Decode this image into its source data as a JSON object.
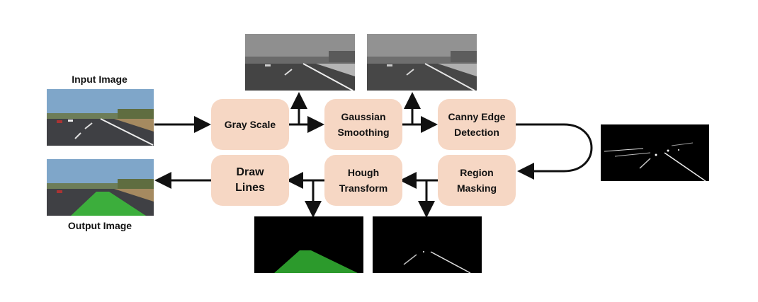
{
  "labels": {
    "input_image": "Input Image",
    "output_image": "Output Image"
  },
  "steps": {
    "gray_scale": [
      "Gray Scale"
    ],
    "gaussian_smoothing": [
      "Gaussian",
      "Smoothing"
    ],
    "canny_edge_detection": [
      "Canny Edge",
      "Detection"
    ],
    "region_masking": [
      "Region",
      "Masking"
    ],
    "hough_transform": [
      "Hough",
      "Transform"
    ],
    "draw_lines": [
      "Draw",
      "Lines"
    ]
  },
  "colors": {
    "box_fill": "#f6d7c4",
    "arrow": "#111111",
    "lane_fill": "#3cae3c",
    "sky": "#7fa6c9",
    "road": "#3f4044"
  },
  "icons": {
    "arrow": "arrow-icon",
    "curved_arrow": "curved-arrow-icon"
  }
}
